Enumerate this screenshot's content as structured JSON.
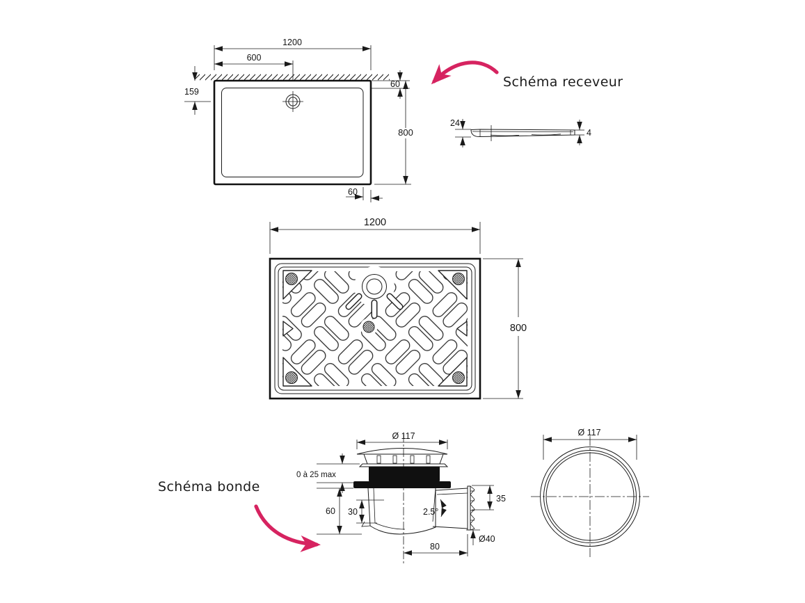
{
  "accent_color": "#d62360",
  "line_color": "#1a1a1a",
  "titles": {
    "receveur": "Schéma receveur",
    "bonde": "Schéma bonde"
  },
  "tray_top_view": {
    "width_label": "1200",
    "drain_offset_label": "600",
    "drain_depth_label": "159",
    "rim_top_label": "60",
    "height_label": "800",
    "rim_bottom_label": "60"
  },
  "tray_profile": {
    "left_height_label": "24",
    "right_height_label": "4"
  },
  "tray_bottom_view": {
    "width_label": "1200",
    "height_label": "800"
  },
  "drain_section": {
    "cap_diameter_label": "Ø 117",
    "adjust_label": "0 à 25 max",
    "body_height_label": "60",
    "inner_height_label": "30",
    "slope_label": "2.5°",
    "outlet_height_label": "35",
    "outlet_diameter_label": "Ø40",
    "outlet_length_label": "80"
  },
  "drain_top_view": {
    "diameter_label": "Ø 117"
  }
}
